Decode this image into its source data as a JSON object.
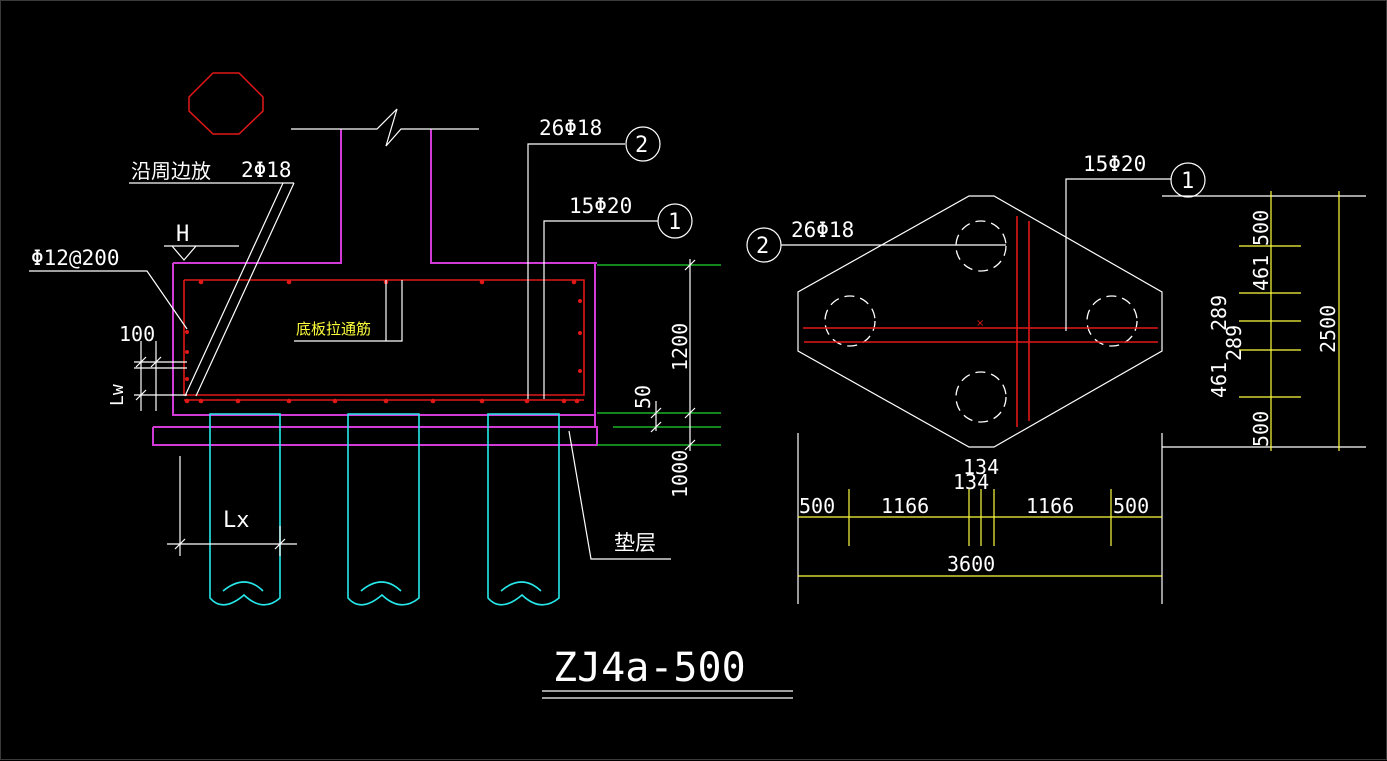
{
  "drawing": {
    "title": "ZJ4a-500",
    "left_section": {
      "label_perimeter": "沿周边放",
      "label_2phi18": "2Φ18",
      "label_elev": "H",
      "label_stirrup": "Φ12@200",
      "label_100": "100",
      "label_lw": "Lw",
      "label_lx": "Lx",
      "label_26phi18": "26Φ18",
      "label_15phi20": "15Φ20",
      "marker_2": "2",
      "marker_1": "1",
      "label_bottom_tie": "底板拉通筋",
      "dim_1200": "1200",
      "dim_50": "50",
      "dim_1000": "1000",
      "label_cushion": "垫层"
    },
    "plan": {
      "label_15phi20": "15Φ20",
      "label_26phi18": "26Φ18",
      "marker_1": "1",
      "marker_2": "2",
      "dims_right": [
        "500",
        "461",
        "289",
        "289",
        "461",
        "500"
      ],
      "dim_total_right": "2500",
      "dims_bottom": [
        "500",
        "1166",
        "134",
        "134",
        "1166",
        "500"
      ],
      "dim_total_bottom": "3600"
    },
    "colors": {
      "magenta": "#d23ad8",
      "red": "#e01818",
      "cyan": "#27e8ea",
      "green": "#21d531",
      "yellow": "#ffff3c",
      "white": "#ffffff"
    }
  }
}
